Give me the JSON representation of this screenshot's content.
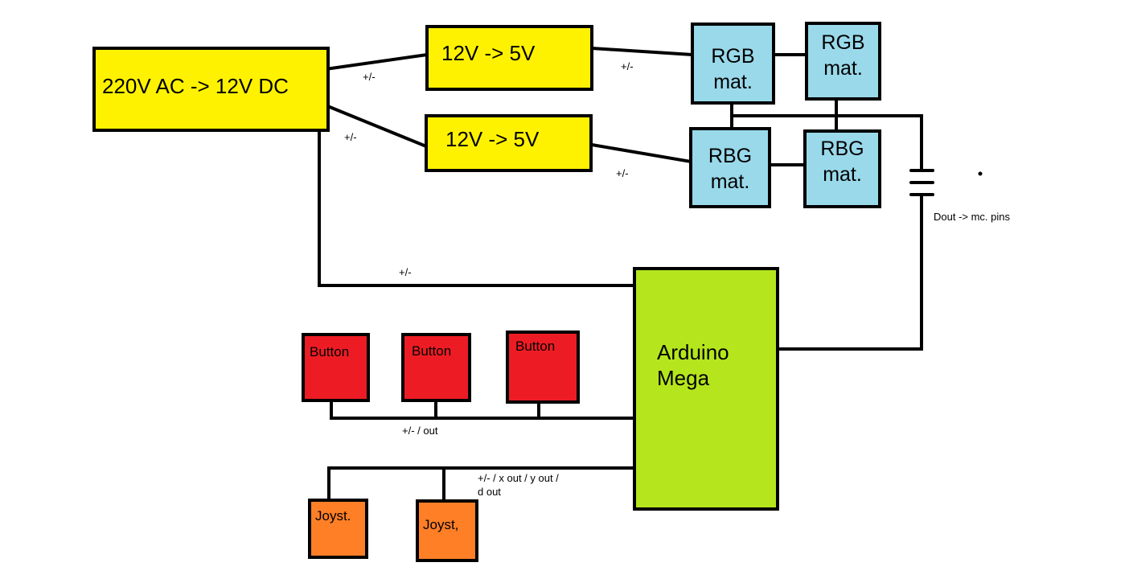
{
  "blocks": {
    "power_supply": "220V AC -> 12V DC",
    "converter_top": "12V -> 5V",
    "converter_bottom": "12V -> 5V",
    "matrix_1": [
      "RGB",
      "mat."
    ],
    "matrix_2": [
      "RGB",
      "mat."
    ],
    "matrix_3": [
      "RBG",
      "mat."
    ],
    "matrix_4": [
      "RBG",
      "mat."
    ],
    "arduino": [
      "Arduino",
      "Mega"
    ],
    "button_1": "Button",
    "button_2": "Button",
    "button_3": "Button",
    "joystick_1": "Joyst.",
    "joystick_2": "Joyst,"
  },
  "wire_labels": {
    "psu_to_conv_top": "+/-",
    "psu_to_conv_bottom": "+/-",
    "conv_top_to_matrix": "+/-",
    "conv_bottom_to_matrix": "+/-",
    "psu_to_arduino": "+/-",
    "dout": "Dout -> mc. pins",
    "buttons_bus": "+/- / out",
    "joystick_bus_1": "+/- / x out / y out /",
    "joystick_bus_2": "d out"
  },
  "colors": {
    "power": "#fff200",
    "matrix": "#99d9ea",
    "arduino": "#b5e61d",
    "button": "#ed1c24",
    "joystick": "#ff7f27"
  }
}
